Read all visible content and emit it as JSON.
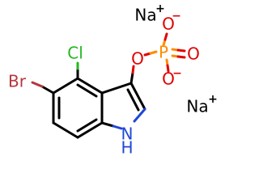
{
  "molecule": {
    "atoms": {
      "na1": "Na",
      "na1_charge": "+",
      "na2": "Na",
      "na2_charge": "+",
      "o_top": "O",
      "o_top_charge": "−",
      "o_ester": "O",
      "p": "P",
      "o_dbl": "O",
      "o_bot": "O",
      "o_bot_charge": "−",
      "cl": "Cl",
      "br": "Br",
      "n": "N",
      "h": "H"
    },
    "colors": {
      "carbon_bond": "#000000",
      "oxygen": "#e00000",
      "phosphorus": "#ff8c00",
      "chlorine": "#22b822",
      "bromine": "#b5373d",
      "nitrogen": "#1f47d6",
      "sodium": "#000000"
    }
  }
}
